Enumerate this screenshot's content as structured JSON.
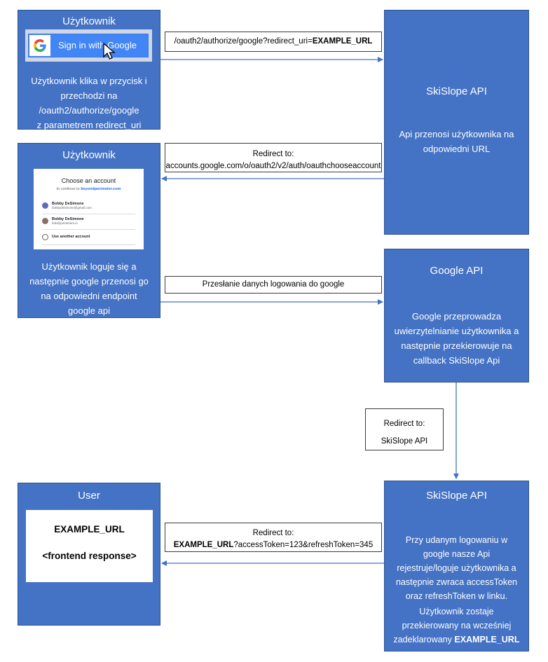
{
  "user_block_1": {
    "title": "Użytkownik",
    "google_button_label": "Sign in with Google",
    "desc_lines": [
      "Użytkownik klika w przycisk i",
      "przechodzi na",
      "/oauth2/authorize/google",
      "z parametrem redirect_uri"
    ]
  },
  "api_block_1": {
    "title": "SkiSlope API",
    "desc_lines": [
      "Api przenosi użytkownika na",
      "odpowiedni URL"
    ]
  },
  "note_1": {
    "prefix": "/oauth2/authorize/google?redirect_uri=",
    "bold": "EXAMPLE_URL"
  },
  "note_2": {
    "line1": "Redirect to:",
    "line2": "accounts.google.com/o/oauth2/v2/auth/oauthchooseaccount"
  },
  "user_block_2": {
    "title": "Użytkownik",
    "chooser": {
      "heading": "Choose an account",
      "sub_prefix": "to continue to ",
      "sub_link": "beyondperimeter.com",
      "accounts": [
        {
          "name": "Bobby DeSimone",
          "email": "bobbydesimone@gmail.com",
          "color": "#5c6bc0"
        },
        {
          "name": "Bobby DeSimone",
          "email": "bob@pomerium.io",
          "color": "#8d6e63"
        }
      ],
      "other": "Use another account"
    },
    "desc_lines": [
      "Użytkownik loguje się a",
      "następnie google przenosi go",
      "na odpowiedni endpoint",
      "google api"
    ]
  },
  "google_block": {
    "title": "Google API",
    "desc_lines": [
      "Google przeprowadza",
      "uwierzytelnianie użytkownika a",
      "następnie przekierowuje na",
      "callback SkiSlope Api"
    ]
  },
  "note_3": {
    "text": "Przesłanie danych logowania do google"
  },
  "note_4": {
    "line1": "Redirect to:",
    "line2": "SkiSlope API"
  },
  "user_block_3": {
    "title": "User",
    "line1": "EXAMPLE_URL",
    "line2": "<frontend response>"
  },
  "api_block_2": {
    "title": "SkiSlope API",
    "desc_lines": [
      "Przy udanym logowaniu w",
      "google nasze Api",
      "rejestruje/loguje użytkownika a",
      "następnie zwraca accessToken",
      "oraz refreshToken w linku."
    ],
    "desc2_lines": [
      "Użytkownik zostaje",
      "przekierowany na wcześniej",
      "zadeklarowany "
    ],
    "desc2_bold": "EXAMPLE_URL"
  },
  "note_5": {
    "line1": "Redirect to:",
    "line2_bold": "EXAMPLE_URL",
    "line2_rest": "?accessToken=123&refreshToken=345"
  },
  "colors": {
    "block": "#4472c4",
    "border": "#2f528f",
    "arrow": "#4472c4"
  }
}
